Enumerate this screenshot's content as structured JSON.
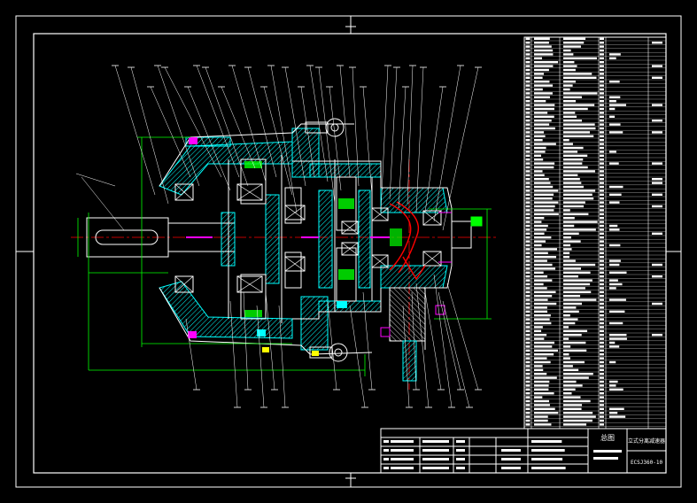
{
  "drawing": {
    "background": "#000000",
    "line_color": "#ffffff",
    "hatch_color": "#00ffff",
    "dimension_color": "#00ff00",
    "center_line_color": "#ff0000",
    "part_color": "#ff00ff",
    "highlight_color": "#ffff00"
  },
  "title_block": {
    "company_label": "总图",
    "drawing_title": "立式分离减速器",
    "drawing_number": "ECSJ360-10"
  }
}
